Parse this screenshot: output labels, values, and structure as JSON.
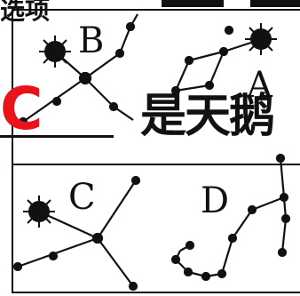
{
  "question_fragment": "是天鹅",
  "answer_letter": "C",
  "top_partial_text": "选项",
  "constellation_labels": {
    "a": "A",
    "b": "B",
    "c": "C",
    "d": "D"
  },
  "colors": {
    "answer": "#e8141a",
    "ink": "#111111"
  }
}
